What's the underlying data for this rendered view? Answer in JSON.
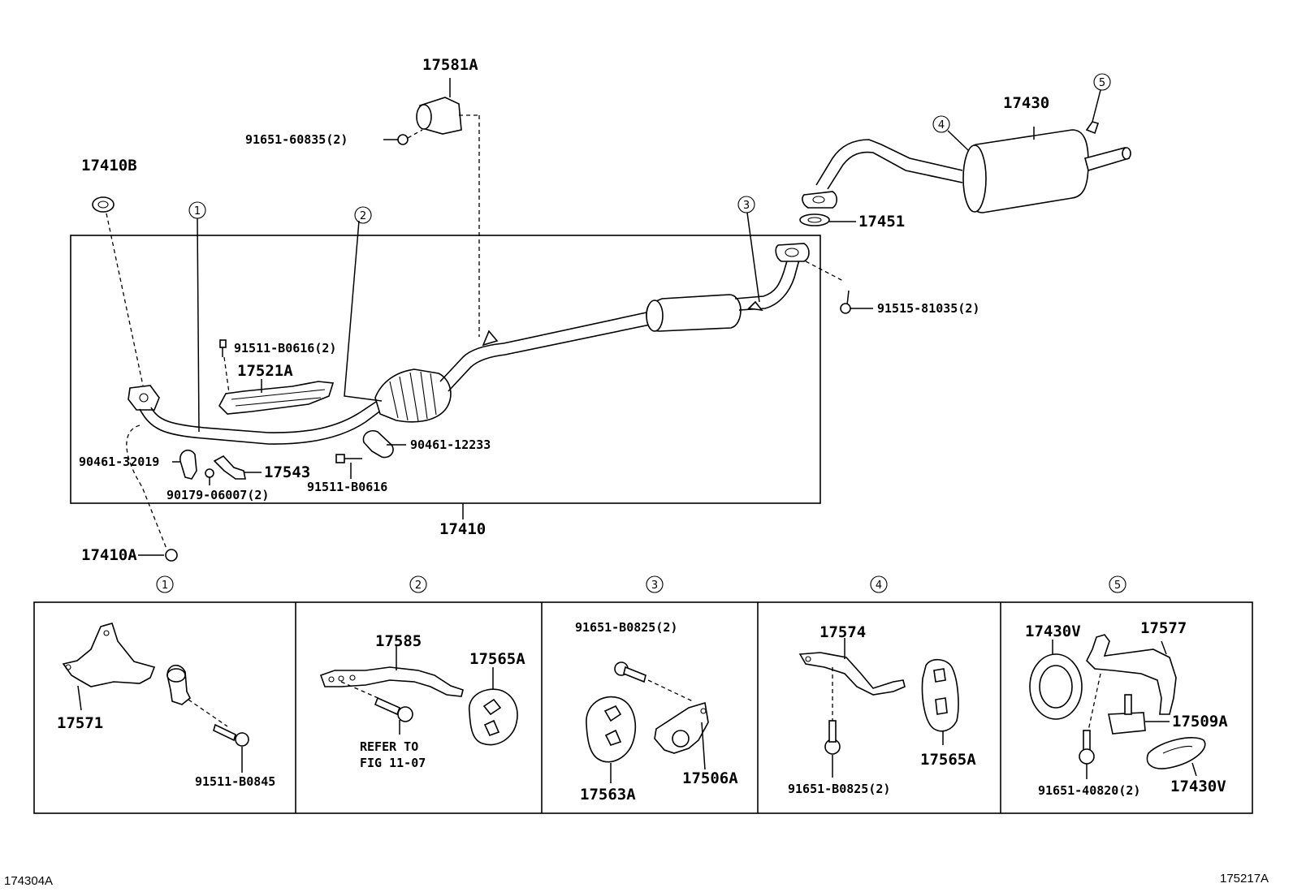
{
  "main_assembly": {
    "assembly_label": "17410",
    "parts": {
      "p17581A": "17581A",
      "p91651_60835": "91651-60835(2)",
      "p17410B": "17410B",
      "p17430": "17430",
      "p17451": "17451",
      "p91515_81035": "91515-81035(2)",
      "p91511_B0616_2": "91511-B0616(2)",
      "p17521A": "17521A",
      "p90461_12233": "90461-12233",
      "p90461_32019": "90461-32019",
      "p17543": "17543",
      "p90179_06007": "90179-06007(2)",
      "p91511_B0616": "91511-B0616",
      "p17410A": "17410A"
    },
    "callouts": [
      "1",
      "2",
      "3",
      "4",
      "5"
    ]
  },
  "detail_panels": [
    {
      "number": "1",
      "parts": [
        "17571",
        "91511-B0845"
      ]
    },
    {
      "number": "2",
      "parts": [
        "17585",
        "17565A"
      ],
      "note_line1": "REFER TO",
      "note_line2": "FIG 11-07"
    },
    {
      "number": "3",
      "parts": [
        "91651-B0825(2)",
        "17563A",
        "17506A"
      ]
    },
    {
      "number": "4",
      "parts": [
        "17574",
        "17565A",
        "91651-B0825(2)"
      ]
    },
    {
      "number": "5",
      "parts": [
        "17430V",
        "17577",
        "17509A",
        "91651-40820(2)",
        "17430V"
      ]
    }
  ],
  "footer": {
    "left_code": "174304A",
    "right_code": "175217A"
  }
}
